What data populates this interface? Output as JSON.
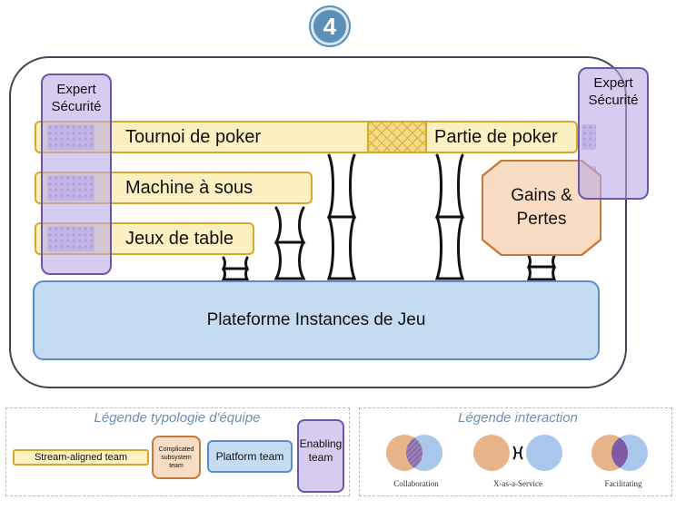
{
  "badge": {
    "number": "4"
  },
  "diagram": {
    "expert_left": {
      "line1": "Expert",
      "line2": "Sécurité"
    },
    "expert_right": {
      "line1": "Expert",
      "line2": "Sécurité"
    },
    "stream_tournoi": "Tournoi de poker",
    "stream_partie": "Partie de poker",
    "stream_machine": "Machine à sous",
    "stream_jeux": "Jeux de table",
    "subsystem": {
      "line1": "Gains &",
      "line2": "Pertes"
    },
    "platform": "Plateforme Instances de Jeu"
  },
  "legend_team": {
    "title": "Légende typologie d'équipe",
    "stream_aligned": "Stream-aligned team",
    "complicated": "Complicated subsystem team",
    "platform": "Platform team",
    "enabling": {
      "line1": "Enabling",
      "line2": "team"
    }
  },
  "legend_interaction": {
    "title": "Légende interaction",
    "collaboration": "Collaboration",
    "xaas": "X-as-a-Service",
    "facilitating": "Facilitating"
  },
  "colors": {
    "stream_fill": "#fcefc0",
    "stream_border": "#d4a92a",
    "platform_fill": "#c4dbf1",
    "platform_border": "#5a8fc6",
    "complicated_fill": "#f8dcc4",
    "complicated_border": "#c7793a",
    "enabling_fill": "#baaae4",
    "enabling_border": "#6b56a8",
    "badge": "#5b8fb7"
  }
}
